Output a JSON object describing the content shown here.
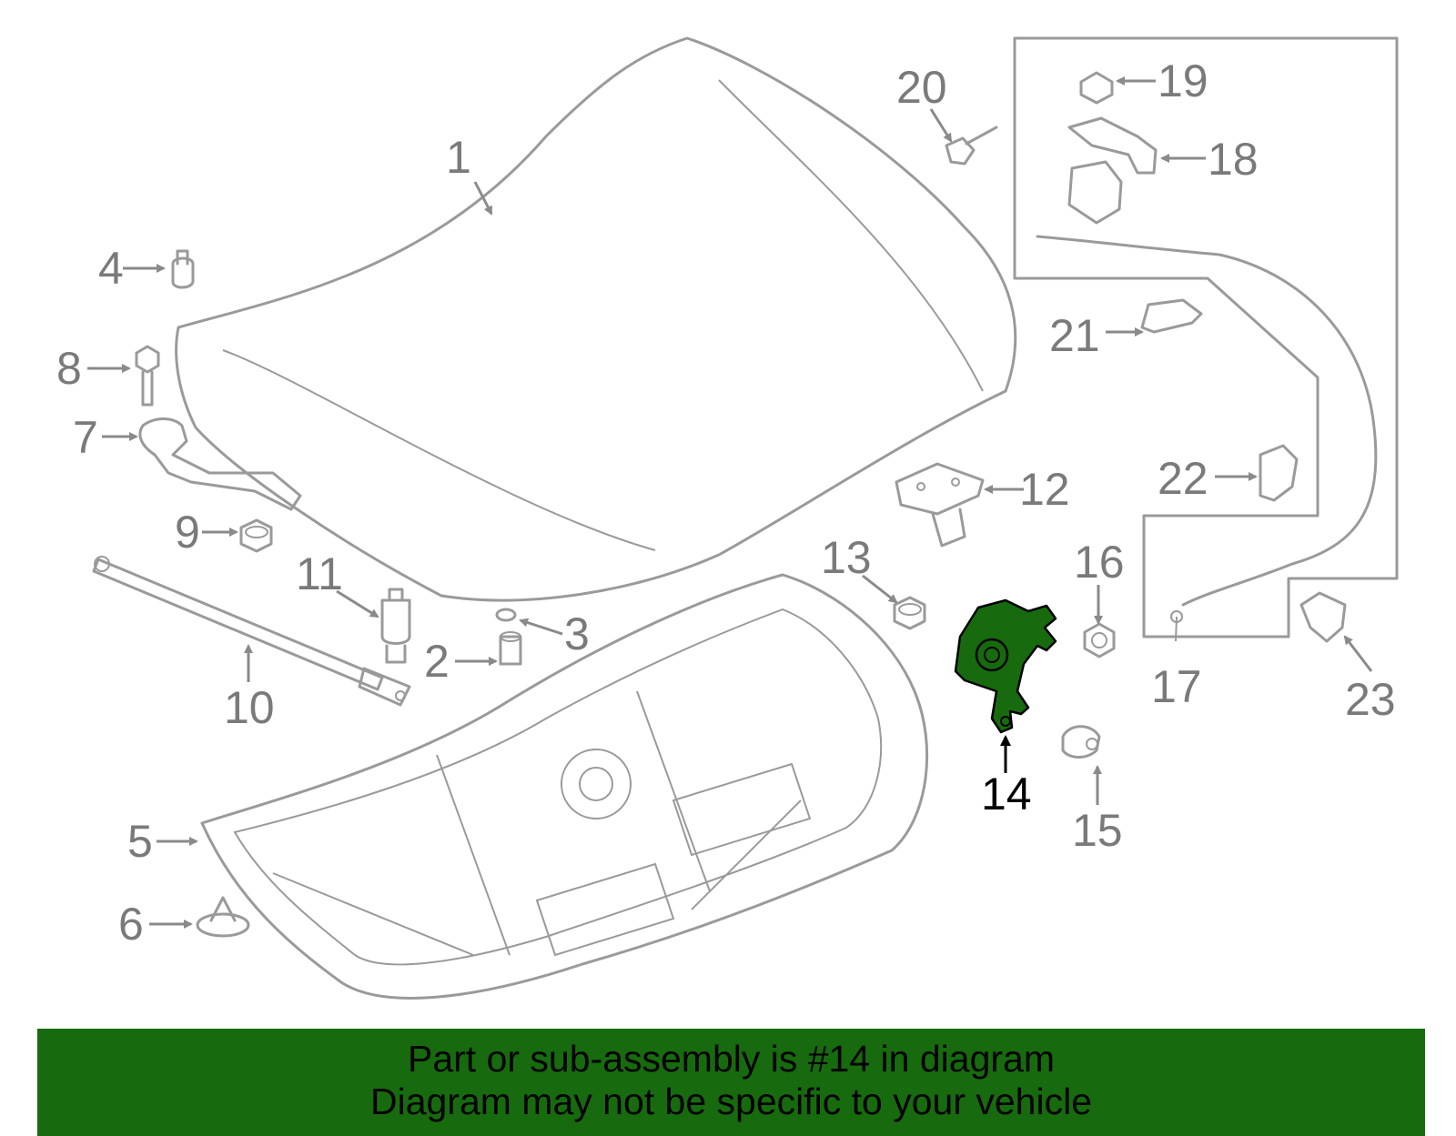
{
  "diagram": {
    "highlighted_part": "14",
    "highlight_color": "#176b0e",
    "line_color": "#9a9a9a",
    "callouts": [
      "1",
      "2",
      "3",
      "4",
      "5",
      "6",
      "7",
      "8",
      "9",
      "10",
      "11",
      "12",
      "13",
      "14",
      "15",
      "16",
      "17",
      "18",
      "19",
      "20",
      "21",
      "22",
      "23"
    ]
  },
  "banner": {
    "line1": "Part or sub-assembly is #14 in diagram",
    "line2": "Diagram may not be specific to your vehicle",
    "background": "#176b0e"
  }
}
